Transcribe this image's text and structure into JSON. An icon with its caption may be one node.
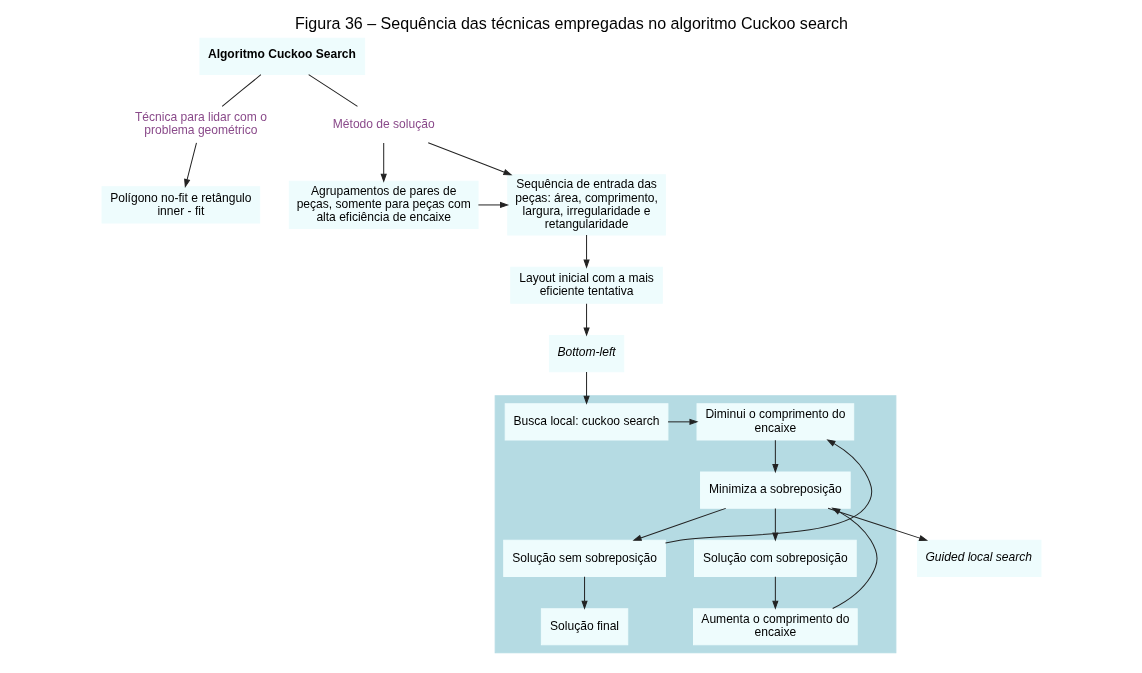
{
  "diagram": {
    "title": "Figura 36 – Sequência das técnicas empregadas no algoritmo Cuckoo search",
    "nodes": [
      {
        "text": [
          "Algoritmo Cuckoo Search"
        ]
      },
      {
        "text": [
          "Técnica para lidar com o problema geométrico"
        ]
      },
      {
        "text": [
          "Método de solução"
        ]
      },
      {
        "text": [
          "Polígono no-fit e retângulo inner - fit"
        ]
      },
      {
        "text": [
          "Agrupamentos de pares de peças, somente para peças com alta eficiência de encaixe"
        ]
      },
      {
        "text": [
          "Sequência de entrada das peças: área, comprimento, largura, irregularidade e retangularidade"
        ]
      },
      {
        "text": [
          "Layout inicial com a mais eficiente tentativa"
        ]
      },
      {
        "text": [
          "Bottom-left"
        ]
      },
      {
        "text": [],
        "shape": "box"
      },
      {
        "text": [
          "Busca local: cuckoo search"
        ],
        "in": 8
      },
      {
        "text": [
          "Diminui o comprimento do encaixe"
        ],
        "in": 8
      },
      {
        "text": [
          "Minimiza a sobreposição"
        ],
        "in": 8
      },
      {
        "text": [
          "Guided local search"
        ]
      },
      {
        "text": [
          "Solução sem sobreposição"
        ],
        "in": 8
      },
      {
        "text": [
          "Solução com sobreposição"
        ],
        "in": 8
      },
      {
        "text": [
          "Solução final"
        ],
        "in": 8
      },
      {
        "text": [
          "Aumenta o comprimento do encaixe"
        ],
        "in": 8
      }
    ],
    "edges": [
      {
        "from": 0,
        "to": 1,
        "arrow": "none"
      },
      {
        "from": 0,
        "to": 2,
        "arrow": "none"
      },
      {
        "from": 1,
        "to": 3,
        "arrow": "to"
      },
      {
        "from": 2,
        "to": 4,
        "arrow": "to"
      },
      {
        "from": 2,
        "to": 5,
        "arrow": "to"
      },
      {
        "from": 4,
        "to": 5,
        "arrow": "to"
      },
      {
        "from": 5,
        "to": 6,
        "arrow": "to"
      },
      {
        "from": 6,
        "to": 7,
        "arrow": "to"
      },
      {
        "from": 7,
        "to": 9,
        "arrow": "to"
      },
      {
        "from": 9,
        "to": 10,
        "arrow": "to"
      },
      {
        "from": 10,
        "to": 11,
        "arrow": "to"
      },
      {
        "from": 11,
        "to": 12,
        "arrow": "to"
      },
      {
        "from": 11,
        "to": 13,
        "arrow": "to"
      },
      {
        "from": 11,
        "to": 14,
        "arrow": "to"
      },
      {
        "from": 13,
        "to": 10,
        "arrow": "to"
      },
      {
        "from": 13,
        "to": 15,
        "arrow": "to"
      },
      {
        "from": 14,
        "to": 16,
        "arrow": "to"
      },
      {
        "from": 16,
        "to": 11,
        "arrow": "to"
      }
    ]
  }
}
